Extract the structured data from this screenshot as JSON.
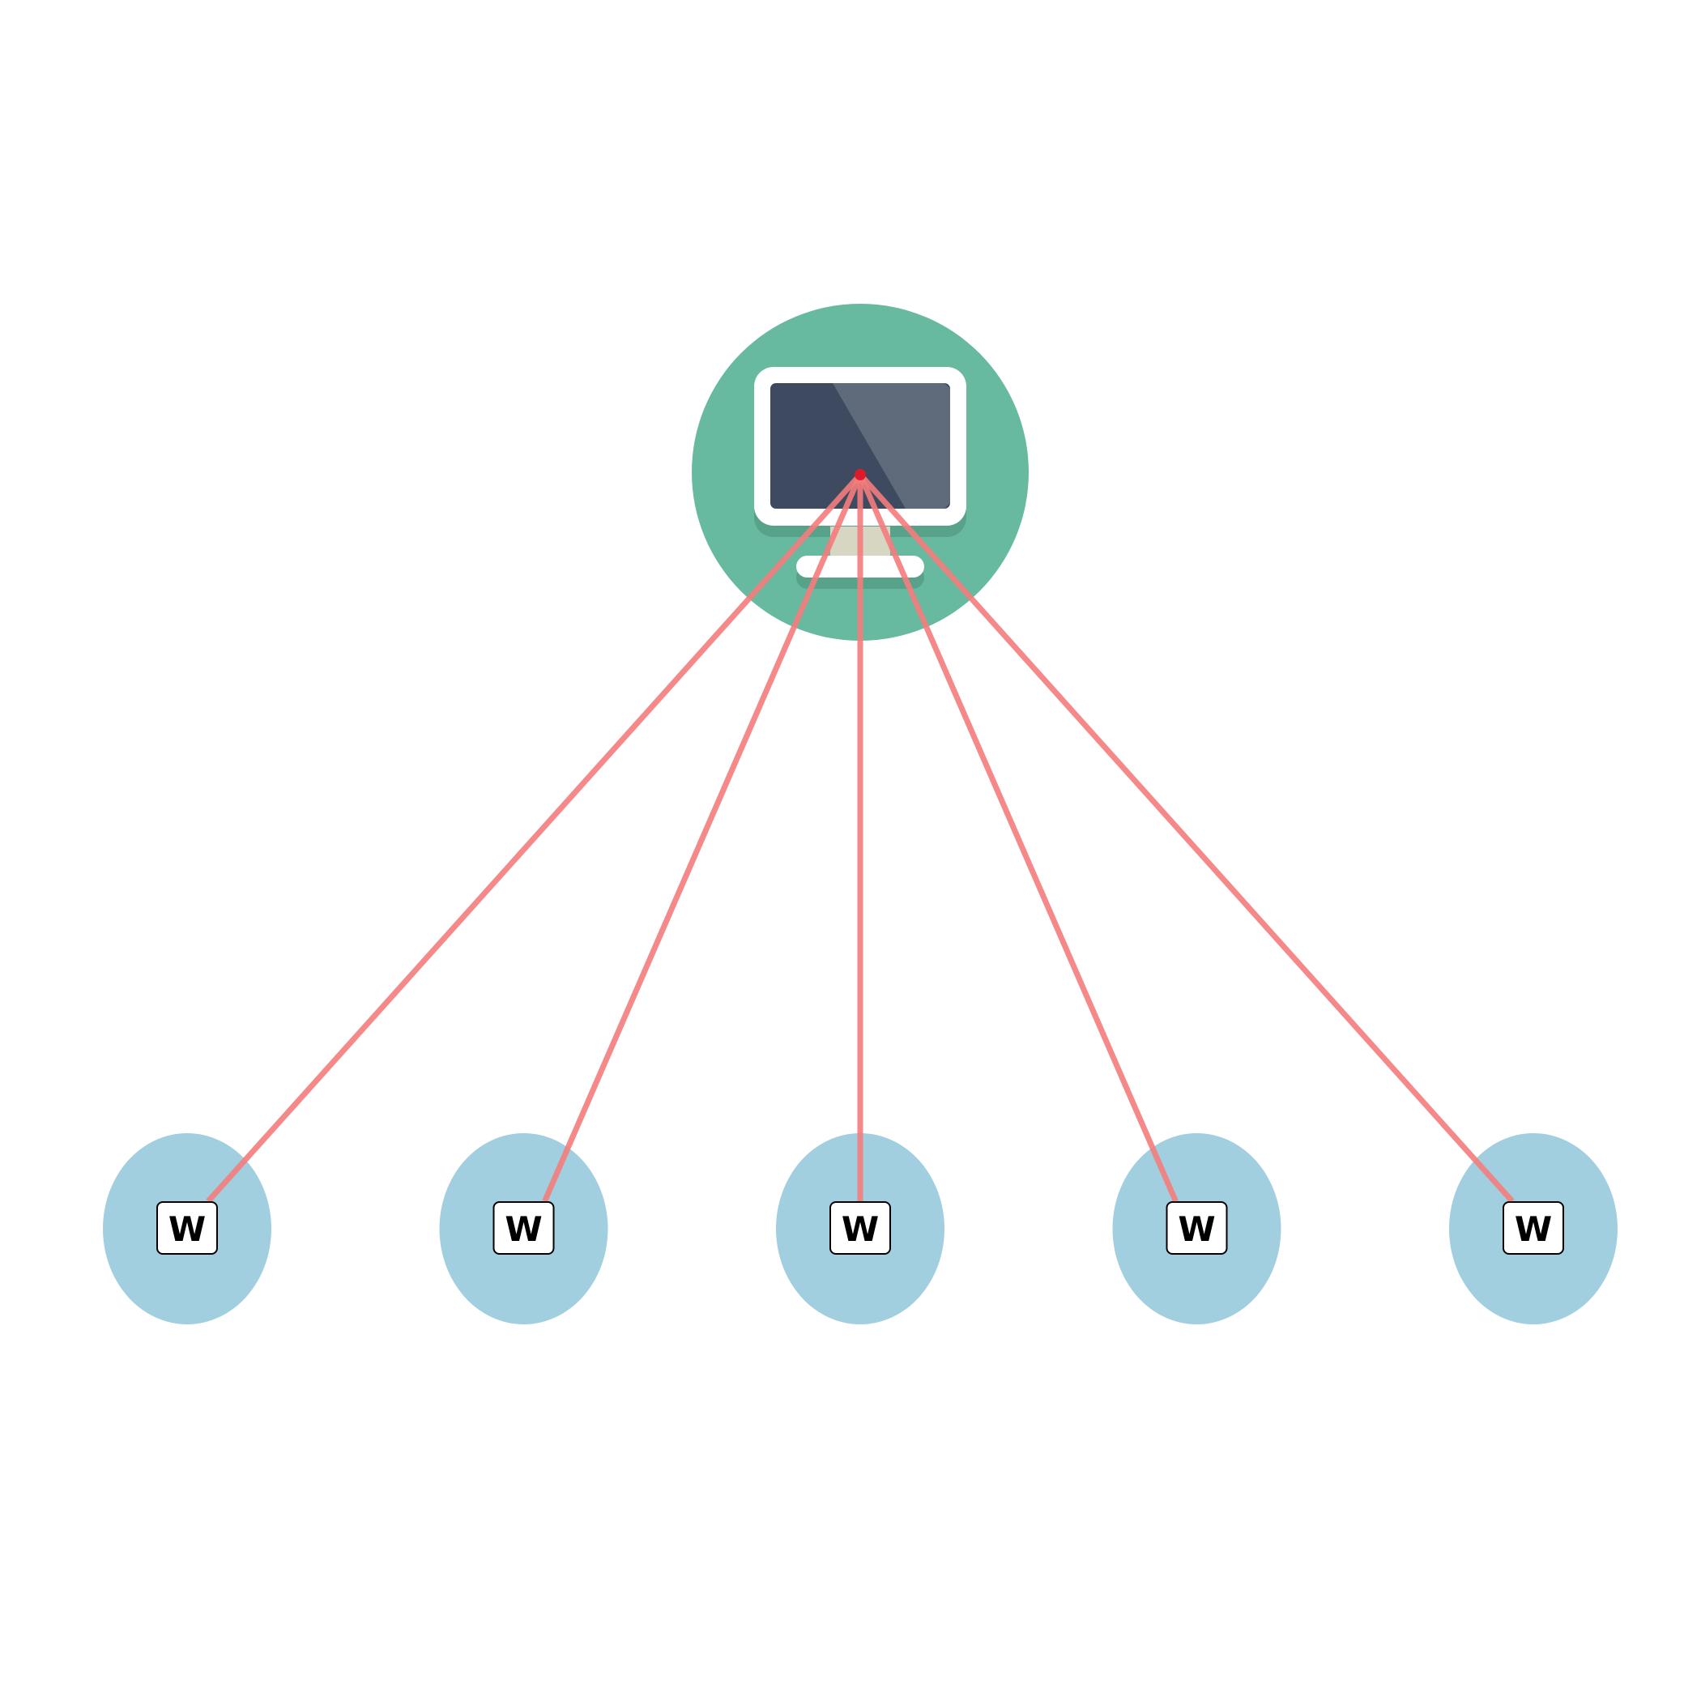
{
  "diagram": {
    "background": "#ffffff",
    "hub": {
      "name": "computer",
      "icon": "desktop-monitor-icon",
      "circle_color": "#67b9a0",
      "screen_dark": "#3e4a5f",
      "screen_light": "#5f6a7b",
      "frame_color": "#ffffff",
      "stand_color": "#d6d6c2",
      "shadow_color": "#4e8f78"
    },
    "workers": [
      {
        "label": "W"
      },
      {
        "label": "W"
      },
      {
        "label": "W"
      },
      {
        "label": "W"
      },
      {
        "label": "W"
      }
    ],
    "worker_circle_color": "#a1cfe0",
    "link_color": "#f47c7c",
    "link_join_color": "#dd1a2a"
  }
}
